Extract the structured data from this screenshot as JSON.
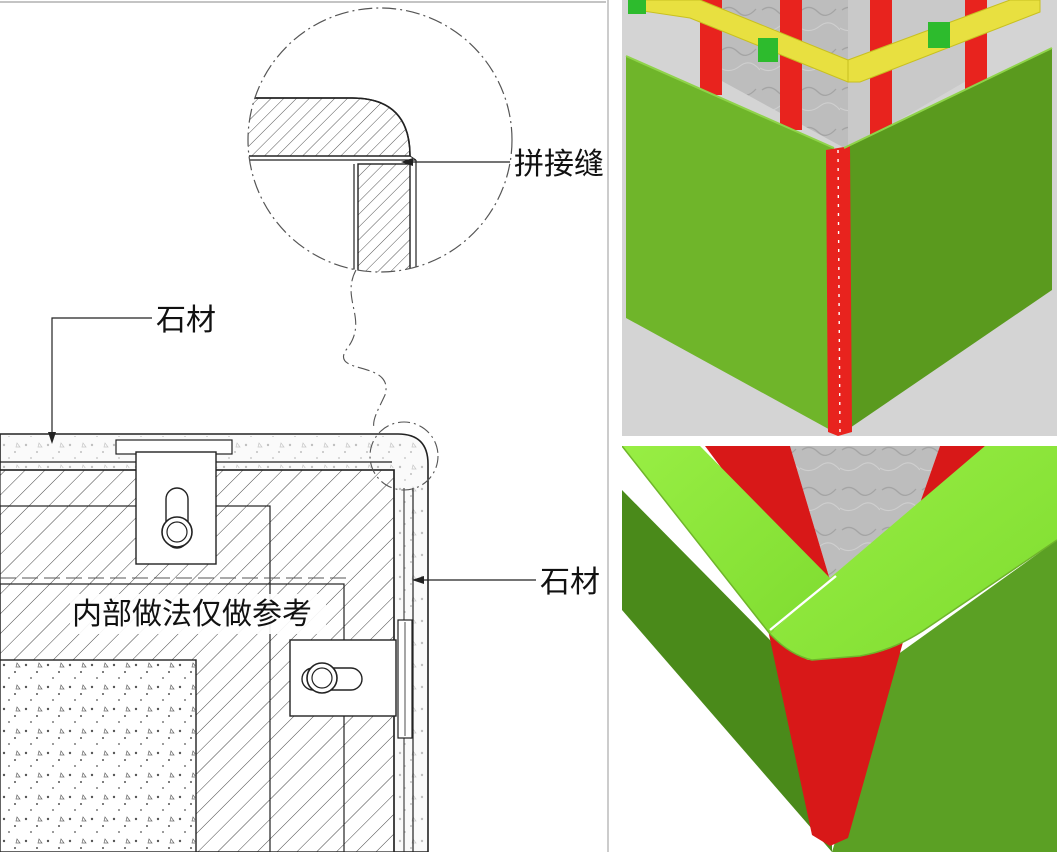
{
  "detail_drawing": {
    "labels": {
      "joint": "拼接缝",
      "stone_top": "石材",
      "stone_right": "石材",
      "interior_note": "内部做法仅做参考"
    }
  },
  "render_top": {
    "colors": {
      "panel": "#6fb52a",
      "panel_dark": "#5a9a1e",
      "rib": "#e8231e",
      "bracket": "#e8e040",
      "clip": "#2dbb2d",
      "concrete": "#b8b8b8",
      "background": "#d4d4d4"
    }
  },
  "render_bottom": {
    "colors": {
      "panel_top": "#8ee83a",
      "panel_side": "#4a8a1a",
      "panel_side_light": "#5ba024",
      "rib": "#d81818",
      "concrete": "#a8a8a8"
    }
  }
}
